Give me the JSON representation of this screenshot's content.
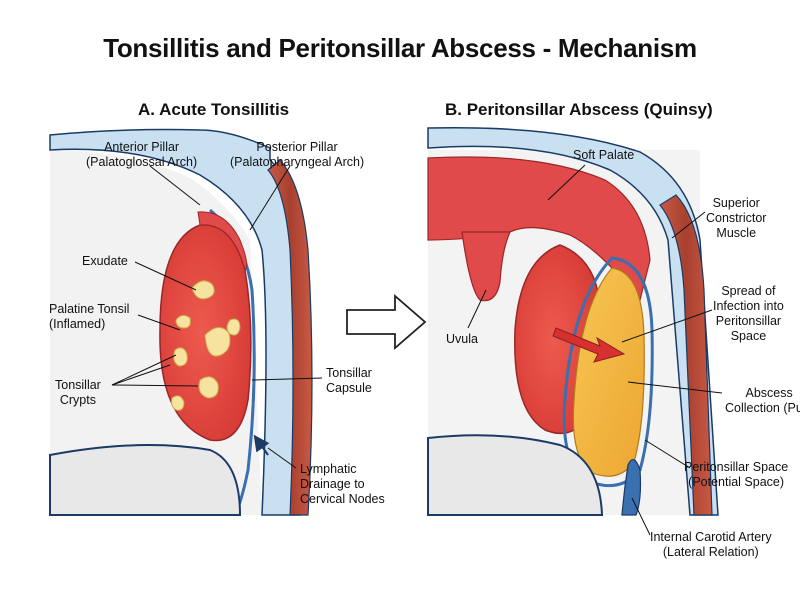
{
  "title": "Tonsillitis and Peritonsillar Abscess - Mechanism",
  "panels": {
    "a": {
      "heading": "A. Acute Tonsillitis",
      "labels": {
        "anterior_pillar": "Anterior Pillar\n(Palatoglossal Arch)",
        "posterior_pillar": "Posterior Pillar\n(Palatopharyngeal Arch)",
        "exudate": "Exudate",
        "palatine_tonsil": "Palatine Tonsil\n(Inflamed)",
        "tonsillar_crypts": "Tonsillar\nCrypts",
        "tonsillar_capsule": "Tonsillar\nCapsule",
        "lymphatic_drainage": "Lymphatic\nDrainage to\nCervical Nodes"
      }
    },
    "b": {
      "heading": "B. Peritonsillar Abscess (Quinsy)",
      "labels": {
        "soft_palate": "Soft Palate",
        "superior_constrictor": "Superior\nConstrictor\nMuscle",
        "uvula": "Uvula",
        "spread_of_infection": "Spread of\nInfection into\nPeritonsillar\nSpace",
        "abscess_collection": "Abscess\nCollection (Pus)",
        "peritonsillar_space": "Peritonsillar Space\n(Potential Space)",
        "internal_carotid": "Internal Carotid Artery\n(Lateral Relation)"
      }
    }
  },
  "colors": {
    "inflamed_tissue": "#e04a4a",
    "tissue_dark": "#c83a3a",
    "pus": "#f2b640",
    "exudate": "#f6e3a0",
    "capsule": "#cfe3f2",
    "vessel": "#3a6fb0",
    "muscle": "#b84a3a",
    "arrow": "#d63030",
    "outline": "#1b3a66"
  }
}
